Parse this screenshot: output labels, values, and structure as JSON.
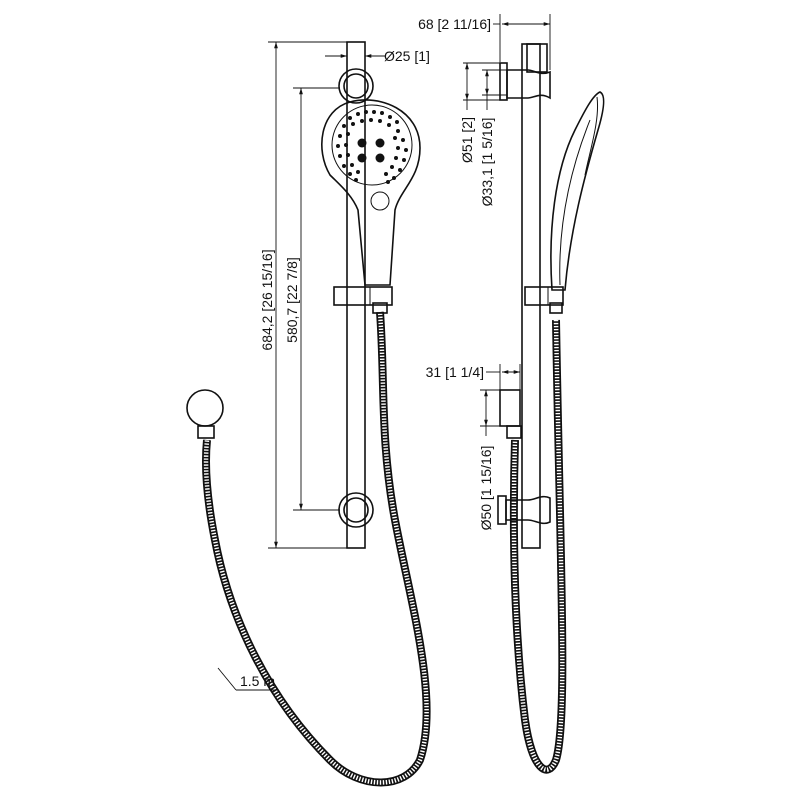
{
  "drawing": {
    "front_view": {
      "rail_diameter": "Ø25 [1]",
      "overall_height": "684,2 [26 15/16]",
      "bracket_spacing": "580,7 [22 7/8]",
      "hose_length": "1.5 m"
    },
    "side_view": {
      "projection": "68 [2 11/16]",
      "bracket_diameter": "Ø51 [2]",
      "bracket_inner_diameter": "Ø33,1 [1 5/16]",
      "outlet_projection": "31 [1 1/4]",
      "outlet_diameter": "Ø50 [1 15/16]"
    }
  }
}
